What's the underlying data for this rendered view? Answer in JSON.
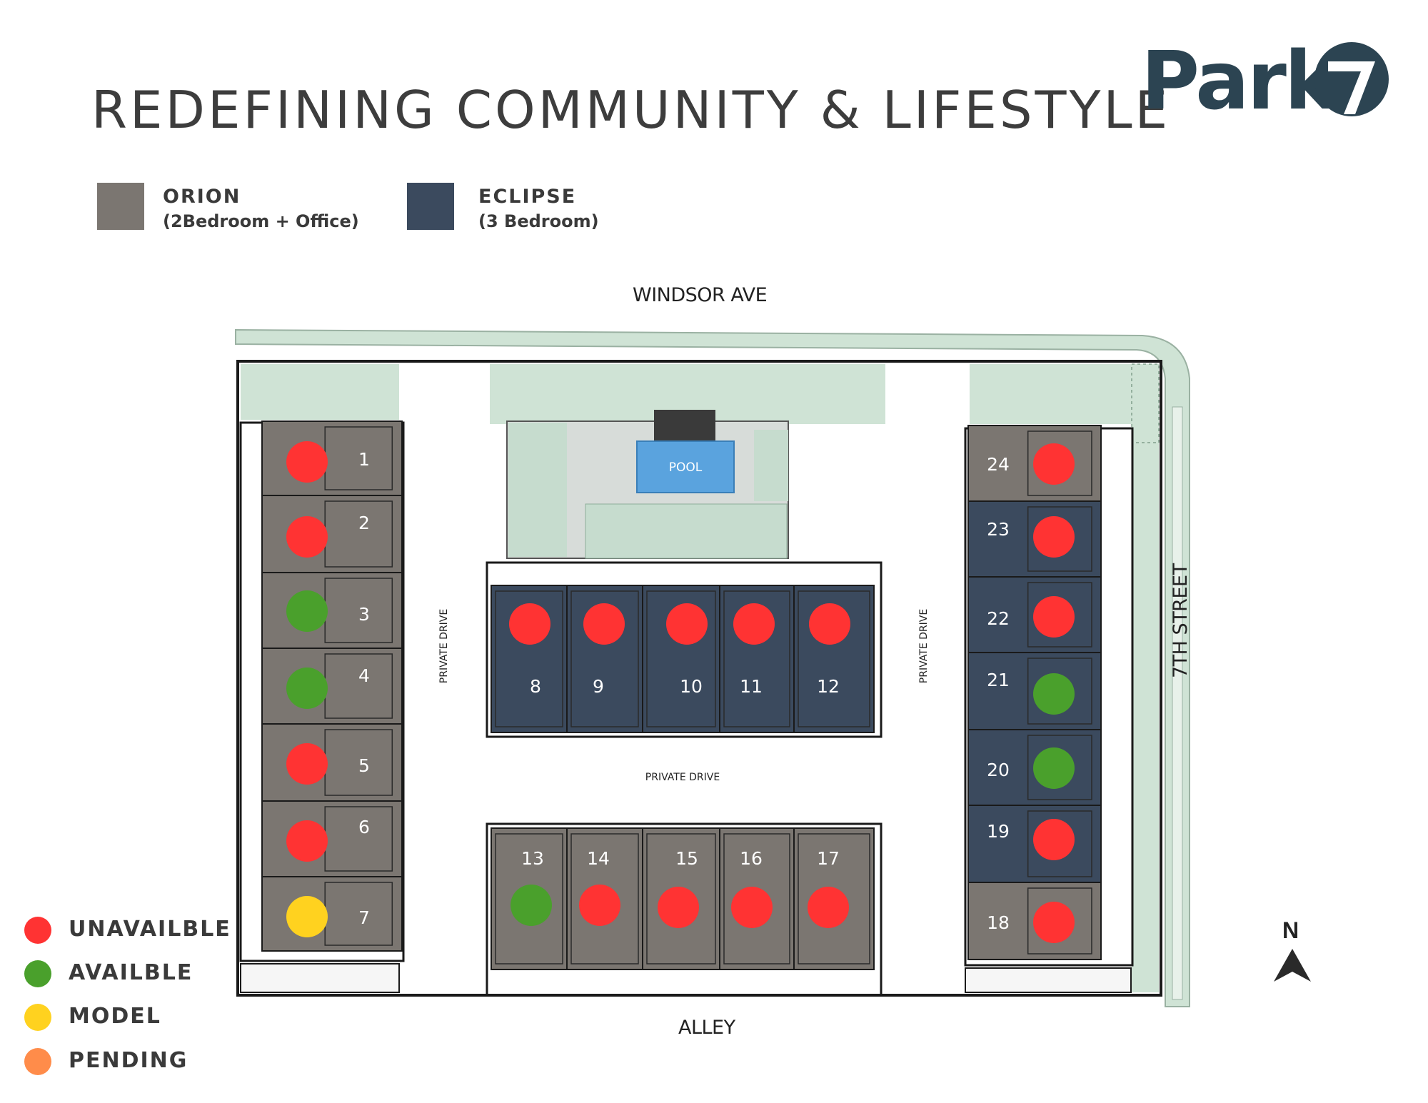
{
  "header": {
    "title": "REDEFINING COMMUNITY & LIFESTYLE",
    "logo_text": "Park",
    "logo_mark_text": "7"
  },
  "unit_types": [
    {
      "name": "ORION",
      "description": "(2Bedroom + Office)",
      "color": "#7b7671"
    },
    {
      "name": "ECLIPSE",
      "description": "(3 Bedroom)",
      "color": "#3b4a5e"
    }
  ],
  "streets": {
    "north": "WINDSOR AVE",
    "south": "ALLEY",
    "east": "7TH STREET",
    "drive_west": "PRIVATE DRIVE",
    "drive_east": "PRIVATE DRIVE",
    "drive_center": "PRIVATE DRIVE"
  },
  "amenity": {
    "pool": "POOL"
  },
  "status_legend": [
    {
      "key": "unavailable",
      "label": "UNAVAILBLE",
      "color": "#ff3333"
    },
    {
      "key": "available",
      "label": "AVAILBLE",
      "color": "#4aa02c"
    },
    {
      "key": "model",
      "label": "MODEL",
      "color": "#ffd21f"
    },
    {
      "key": "pending",
      "label": "PENDING",
      "color": "#ff8c4a"
    }
  ],
  "north_label": "N",
  "units": [
    {
      "number": "1",
      "type": "ORION",
      "status": "unavailable"
    },
    {
      "number": "2",
      "type": "ORION",
      "status": "unavailable"
    },
    {
      "number": "3",
      "type": "ORION",
      "status": "available"
    },
    {
      "number": "4",
      "type": "ORION",
      "status": "available"
    },
    {
      "number": "5",
      "type": "ORION",
      "status": "unavailable"
    },
    {
      "number": "6",
      "type": "ORION",
      "status": "unavailable"
    },
    {
      "number": "7",
      "type": "ORION",
      "status": "model"
    },
    {
      "number": "8",
      "type": "ECLIPSE",
      "status": "unavailable"
    },
    {
      "number": "9",
      "type": "ECLIPSE",
      "status": "unavailable"
    },
    {
      "number": "10",
      "type": "ECLIPSE",
      "status": "unavailable"
    },
    {
      "number": "11",
      "type": "ECLIPSE",
      "status": "unavailable"
    },
    {
      "number": "12",
      "type": "ECLIPSE",
      "status": "unavailable"
    },
    {
      "number": "13",
      "type": "ORION",
      "status": "available"
    },
    {
      "number": "14",
      "type": "ORION",
      "status": "unavailable"
    },
    {
      "number": "15",
      "type": "ORION",
      "status": "unavailable"
    },
    {
      "number": "16",
      "type": "ORION",
      "status": "unavailable"
    },
    {
      "number": "17",
      "type": "ORION",
      "status": "unavailable"
    },
    {
      "number": "18",
      "type": "ORION",
      "status": "unavailable"
    },
    {
      "number": "19",
      "type": "ECLIPSE",
      "status": "unavailable"
    },
    {
      "number": "20",
      "type": "ECLIPSE",
      "status": "available"
    },
    {
      "number": "21",
      "type": "ECLIPSE",
      "status": "available"
    },
    {
      "number": "22",
      "type": "ECLIPSE",
      "status": "unavailable"
    },
    {
      "number": "23",
      "type": "ECLIPSE",
      "status": "unavailable"
    },
    {
      "number": "24",
      "type": "ORION",
      "status": "unavailable"
    }
  ]
}
